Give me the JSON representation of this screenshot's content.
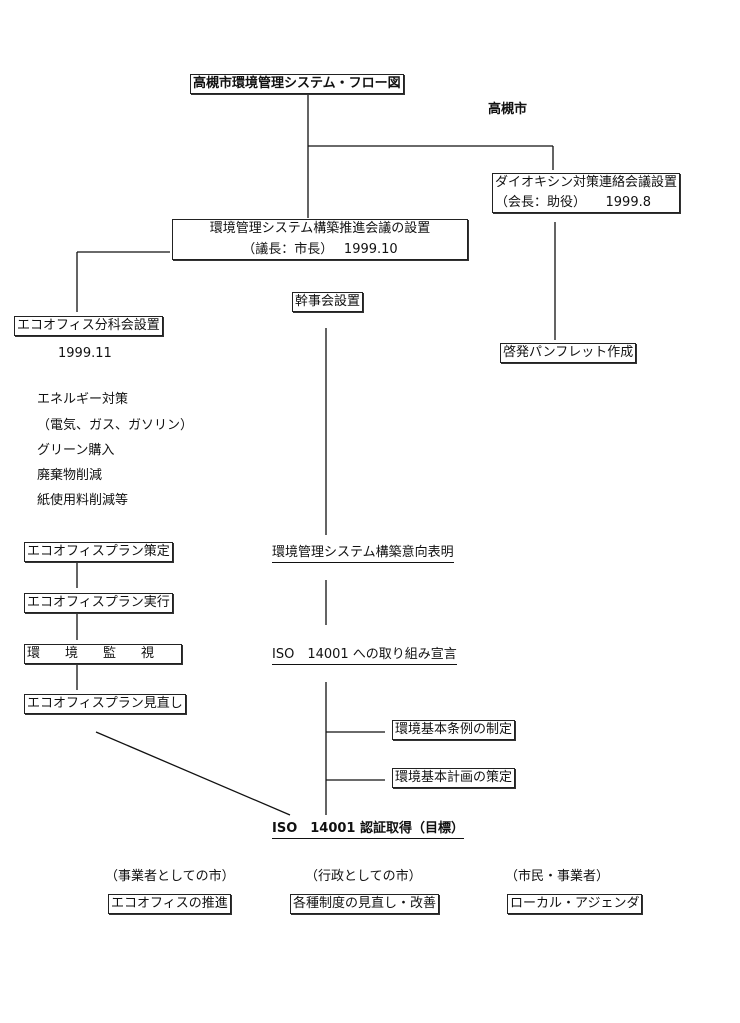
{
  "title": "高槻市環境管理システム・フロー図",
  "organization": "高槻市",
  "dioxin": {
    "line1": "ダイオキシン対策連絡会議設置",
    "line2": "（会長：助役）　　1999.8"
  },
  "council": {
    "line1": "環境管理システム構築推進会議の設置",
    "line2": "（議長：市長）　 1999.10"
  },
  "kanji": "幹事会設置",
  "pamphlet": "啓発パンフレット作成",
  "eco_office_sub": {
    "label": "エコオフィス分科会設置",
    "date": "1999.11"
  },
  "measures": [
    "エネルギー対策",
    "（電気、ガス、ガソリン）",
    "グリーン購入",
    "廃棄物削減",
    "紙使用料削減等"
  ],
  "eco_steps": [
    "エコオフィスプラン策定",
    "エコオフィスプラン実行",
    "環境監視",
    "エコオフィスプラン見直し"
  ],
  "center_steps": [
    "環境管理システム構築意向表明",
    "ISO　14001 への取り組み宣言"
  ],
  "ordinance": "環境基本条例の制定",
  "plan": "環境基本計画の策定",
  "goal": "ISO　14001 認証取得（目標）",
  "bottom": [
    {
      "role": "（事業者としての市）",
      "item": "エコオフィスの推進"
    },
    {
      "role": "（行政としての市）",
      "item": "各種制度の見直し・改善"
    },
    {
      "role": "（市民・事業者）",
      "item": "ローカル・アジェンダ"
    }
  ]
}
